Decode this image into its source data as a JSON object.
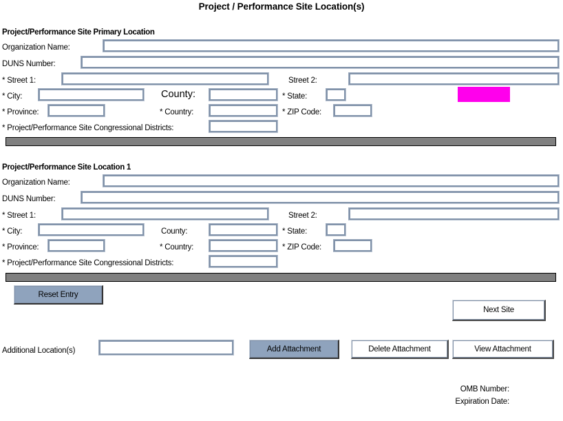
{
  "form": {
    "title": "Project / Performance Site Location(s)",
    "sections": [
      {
        "heading": "Project/Performance Site Primary Location",
        "labels": {
          "organization_name": "Organization Name:",
          "duns_number": "DUNS Number:",
          "street1": "* Street 1:",
          "street2": "Street 2:",
          "city": "* City:",
          "county": "County:",
          "state": "* State:",
          "province": "* Province:",
          "country": "* Country:",
          "zip": "* ZIP Code:",
          "congressional_districts": "* Project/Performance Site Congressional Districts:"
        },
        "values": {
          "organization_name": "",
          "duns_number": "",
          "street1": "",
          "street2": "",
          "city": "",
          "county": "",
          "state": "",
          "province": "",
          "country": "",
          "zip": "",
          "congressional_districts": ""
        }
      },
      {
        "heading": "Project/Performance Site Location 1",
        "labels": {
          "organization_name": "Organization Name:",
          "duns_number": "DUNS Number:",
          "street1": "* Street 1:",
          "street2": "Street 2:",
          "city": "* City:",
          "county": "County:",
          "state": "* State:",
          "province": "* Province:",
          "country": "* Country:",
          "zip": "* ZIP Code:",
          "congressional_districts": "* Project/Performance Site Congressional Districts:"
        },
        "values": {
          "organization_name": "",
          "duns_number": "",
          "street1": "",
          "street2": "",
          "city": "",
          "county": "",
          "state": "",
          "province": "",
          "country": "",
          "zip": "",
          "congressional_districts": ""
        }
      }
    ],
    "buttons": {
      "reset_entry": "Reset Entry",
      "next_site": "Next Site",
      "add_attachment": "Add Attachment",
      "delete_attachment": "Delete Attachment",
      "view_attachment": "View  Attachment"
    },
    "attachments": {
      "additional_locations_label": "Additional Location(s)",
      "additional_locations_value": ""
    },
    "footer": {
      "omb_number_label": "OMB Number:",
      "omb_number_value": "",
      "expiration_date_label": "Expiration Date:",
      "expiration_date_value": ""
    },
    "colors": {
      "marker": "#ff00ec",
      "separator": "#808080",
      "button_highlight": "#8fa3bd",
      "field_border": "#8497ae"
    }
  }
}
